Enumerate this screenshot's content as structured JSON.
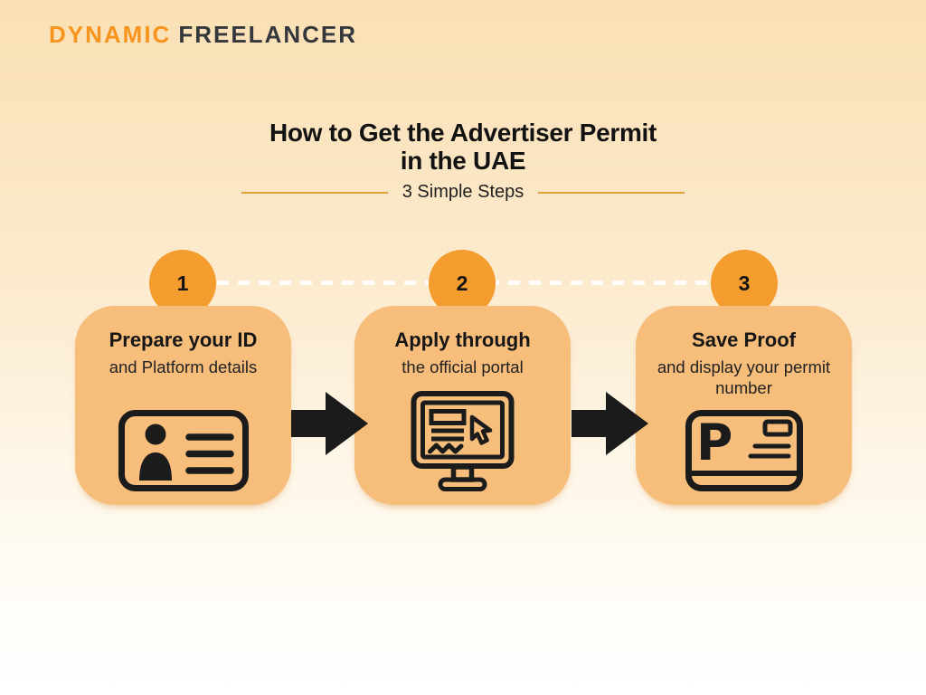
{
  "brand": {
    "primary": "DYNAMIC",
    "secondary": "FREELANCER"
  },
  "header": {
    "title_line1": "How to Get the Advertiser Permit",
    "title_line2": "in the UAE",
    "subtitle": "3 Simple Steps"
  },
  "steps": [
    {
      "number": "1",
      "title": "Prepare your ID",
      "description": "and Platform details",
      "icon": "id-card-icon"
    },
    {
      "number": "2",
      "title": "Apply through",
      "description": "the official portal",
      "icon": "portal-monitor-icon"
    },
    {
      "number": "3",
      "title": "Save Proof",
      "description": "and display your permit number",
      "icon": "permit-card-icon",
      "icon_letter": "P"
    }
  ],
  "colors": {
    "background_top": "#FAE0B4",
    "background_bottom": "#FFFFFF",
    "step_circle": "#F49C2E",
    "card": "#F6BD7B",
    "divider_line": "#DFA23D",
    "brand_orange": "#F7941D",
    "brand_dark": "#34383C",
    "icon_ink": "#1B1B1B",
    "arrow": "#1B1B1B",
    "connector_dash": "#FFFFFF"
  }
}
